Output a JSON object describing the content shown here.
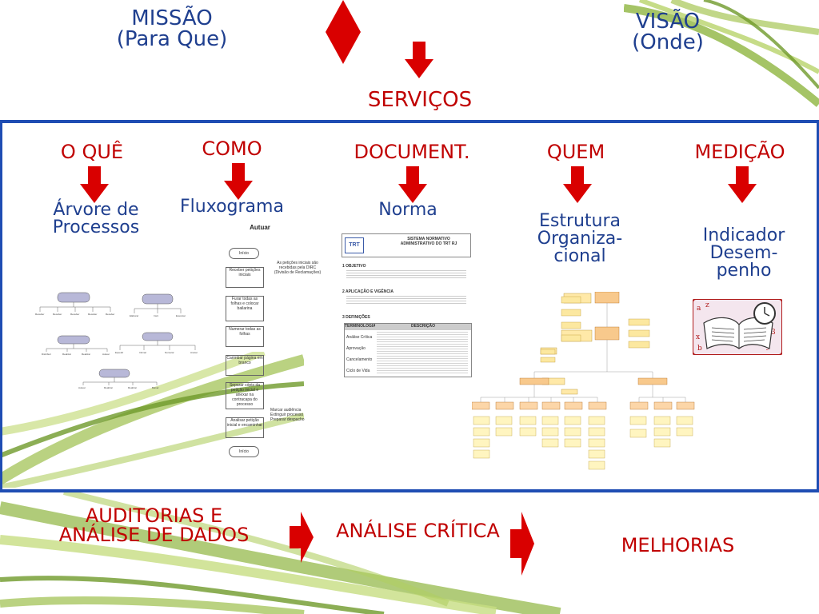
{
  "top": {
    "missao": {
      "line1": "MISSÃO",
      "line2": "(Para Que)"
    },
    "visao": {
      "line1": "VISÃO",
      "line2": "(Onde)"
    },
    "servicos": "SERVIÇOS"
  },
  "columns": [
    {
      "heading": "O QUÊ",
      "sub": [
        "Árvore de",
        "Processos"
      ]
    },
    {
      "heading": "COMO",
      "sub": [
        "Fluxograma"
      ]
    },
    {
      "heading": "DOCUMENT.",
      "sub": [
        "Norma"
      ]
    },
    {
      "heading": "QUEM",
      "sub": [
        "Estrutura",
        "Organiza-",
        "cional"
      ]
    },
    {
      "heading": "MEDIÇÃO",
      "sub": [
        "Indicador",
        "Desem-",
        "penho"
      ]
    }
  ],
  "flowchart": {
    "title": "Autuar",
    "steps": [
      "Início",
      "Receber petições iniciais",
      "Furar todas as folhas e colocar bailarina",
      "Numerar todas as folhas",
      "Carimbar página em branco",
      "Separar cópia da petição inicial e anexar na contracapa do processo",
      "Analisar petição inicial e encaminhar",
      "Início"
    ],
    "notes": [
      "As petições iniciais são recebidas pela DIRC (Divisão de Reclamações)",
      "Marcar audiência Extinguir processo Preparar despacho"
    ]
  },
  "norma": {
    "header": "SISTEMA NORMATIVO ADMINISTRATIVO DO TRT RJ",
    "sections": [
      "1  OBJETIVO",
      "2  APLICAÇÃO E VIGÊNCIA",
      "3  DEFINIÇÕES"
    ],
    "table_header": [
      "TERMINOLOGIA",
      "DESCRIÇÃO"
    ],
    "table_rows": [
      "Análise Crítica",
      "Aprovação",
      "Cancelamento",
      "Ciclo de Vida"
    ]
  },
  "bottom": {
    "auditorias": [
      "AUDITORIAS E",
      "ANÁLISE DE DADOS"
    ],
    "analise": "ANÁLISE CRÍTICA",
    "melhorias": "MELHORIAS"
  },
  "colors": {
    "accent_red": "#d90000",
    "text_red": "#c00000",
    "frame_blue": "#1f4db3",
    "title_blue": "#1f3f8f",
    "leaf_green": "#7aa532"
  }
}
